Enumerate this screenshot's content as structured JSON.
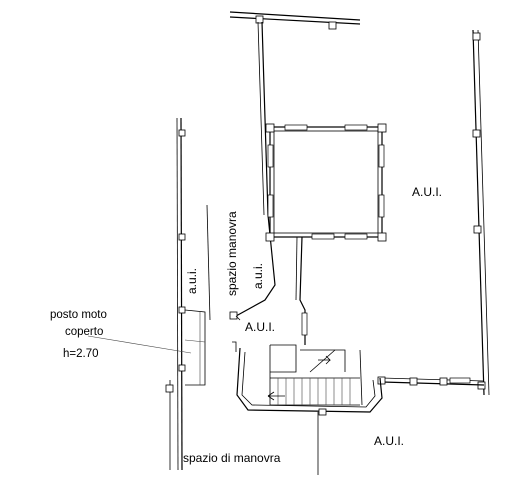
{
  "labels": {
    "aui_top_right": "A.U.I.",
    "aui_center": "A.U.I.",
    "aui_bottom_right": "A.U.I.",
    "aui_left_lower": "a.u.i.",
    "aui_left_upper": "a.u.i.",
    "spazio_manovra_vertical": "spazio manovra",
    "spazio_di_manovra": "spazio di manovra",
    "posto_moto_line1": "posto moto",
    "posto_moto_line2": "coperto",
    "posto_moto_height": "h=2.70"
  }
}
